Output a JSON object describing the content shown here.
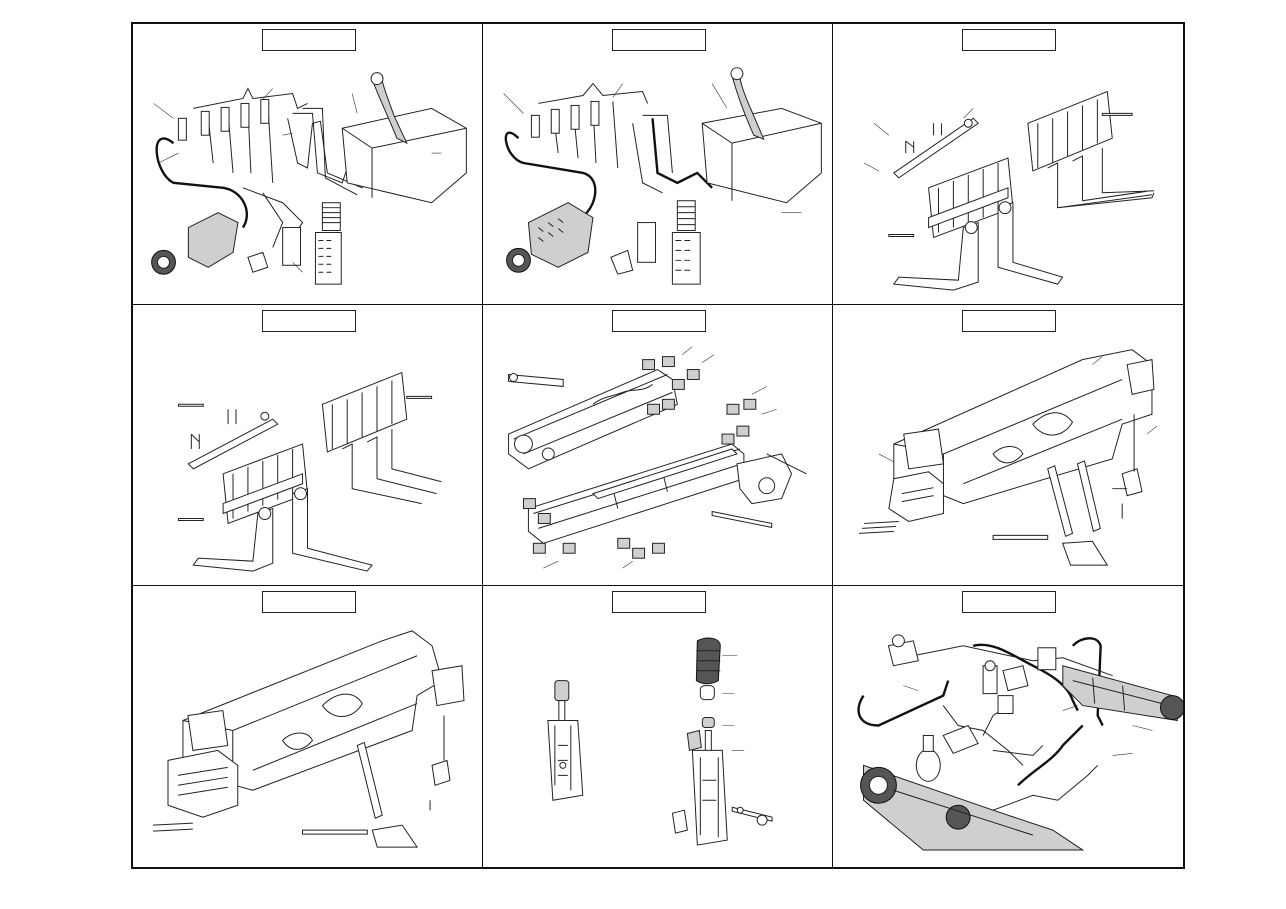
{
  "sheet": {
    "panels": [
      {
        "id": "fuel-system-a",
        "title": ""
      },
      {
        "id": "fuel-system-b",
        "title": ""
      },
      {
        "id": "fork-carriage-a",
        "title": ""
      },
      {
        "id": "fork-carriage-b",
        "title": ""
      },
      {
        "id": "telescopic-boom",
        "title": ""
      },
      {
        "id": "chassis-frame-a",
        "title": ""
      },
      {
        "id": "chassis-frame-b",
        "title": ""
      },
      {
        "id": "control-lever",
        "title": ""
      },
      {
        "id": "brake-hydraulics",
        "title": ""
      }
    ]
  },
  "colors": {
    "line": "#222222",
    "background": "#ffffff",
    "border": "#111111"
  }
}
